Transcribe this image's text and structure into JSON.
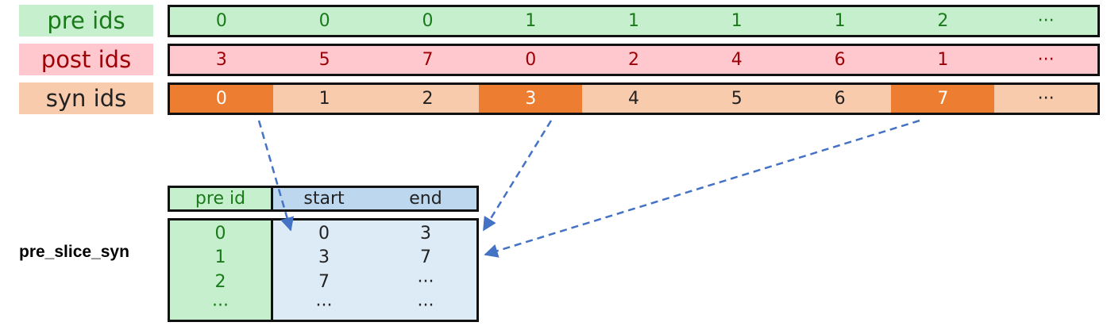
{
  "rows": {
    "pre": {
      "label": "pre ids",
      "values": [
        "0",
        "0",
        "0",
        "1",
        "1",
        "1",
        "1",
        "2",
        "···"
      ]
    },
    "post": {
      "label": "post ids",
      "values": [
        "3",
        "5",
        "7",
        "0",
        "2",
        "4",
        "6",
        "1",
        "···"
      ]
    },
    "syn": {
      "label": "syn ids",
      "values": [
        "0",
        "1",
        "2",
        "3",
        "4",
        "5",
        "6",
        "7",
        "···"
      ],
      "highlighted_indices": [
        0,
        3,
        7
      ]
    }
  },
  "table": {
    "name": "pre_slice_syn",
    "headers": {
      "pre_id": "pre id",
      "start": "start",
      "end": "end"
    },
    "rows": [
      {
        "pre_id": "0",
        "start": "0",
        "end": "3"
      },
      {
        "pre_id": "1",
        "start": "3",
        "end": "7"
      },
      {
        "pre_id": "2",
        "start": "7",
        "end": "···"
      },
      {
        "pre_id": "···",
        "start": "···",
        "end": "···"
      }
    ]
  },
  "colors": {
    "pre": "#c6efce",
    "post": "#ffc7ce",
    "syn": "#f8cbad",
    "syn_highlight": "#ed7d31",
    "arrow": "#4472c4",
    "table_header": "#bdd7ee",
    "table_body": "#ddebf7"
  }
}
